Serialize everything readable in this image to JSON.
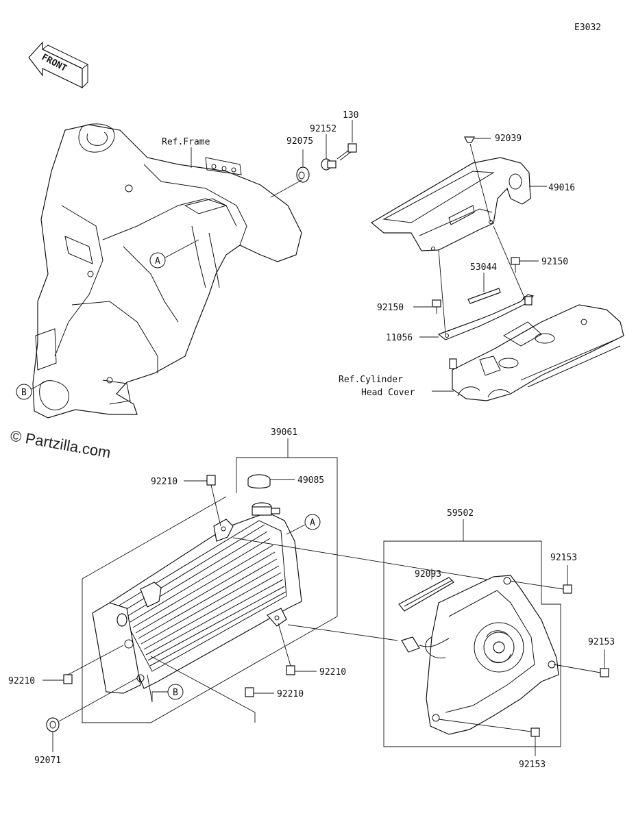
{
  "diagram_code": "E3032",
  "front_label": "FRONT",
  "watermark": "© Partzilla.com",
  "reference_labels": {
    "frame": "Ref.Frame",
    "cylinder_line1": "Ref.Cylinder",
    "cylinder_line2": "Head Cover"
  },
  "callouts": {
    "a": "A",
    "b": "B"
  },
  "parts": [
    "130",
    "92152",
    "92075",
    "92039",
    "49016",
    "53044",
    "92150",
    "92150",
    "11056",
    "39061",
    "92210",
    "49085",
    "59502",
    "92093",
    "92153",
    "92153",
    "92153",
    "92210",
    "92210",
    "92210",
    "92071"
  ]
}
